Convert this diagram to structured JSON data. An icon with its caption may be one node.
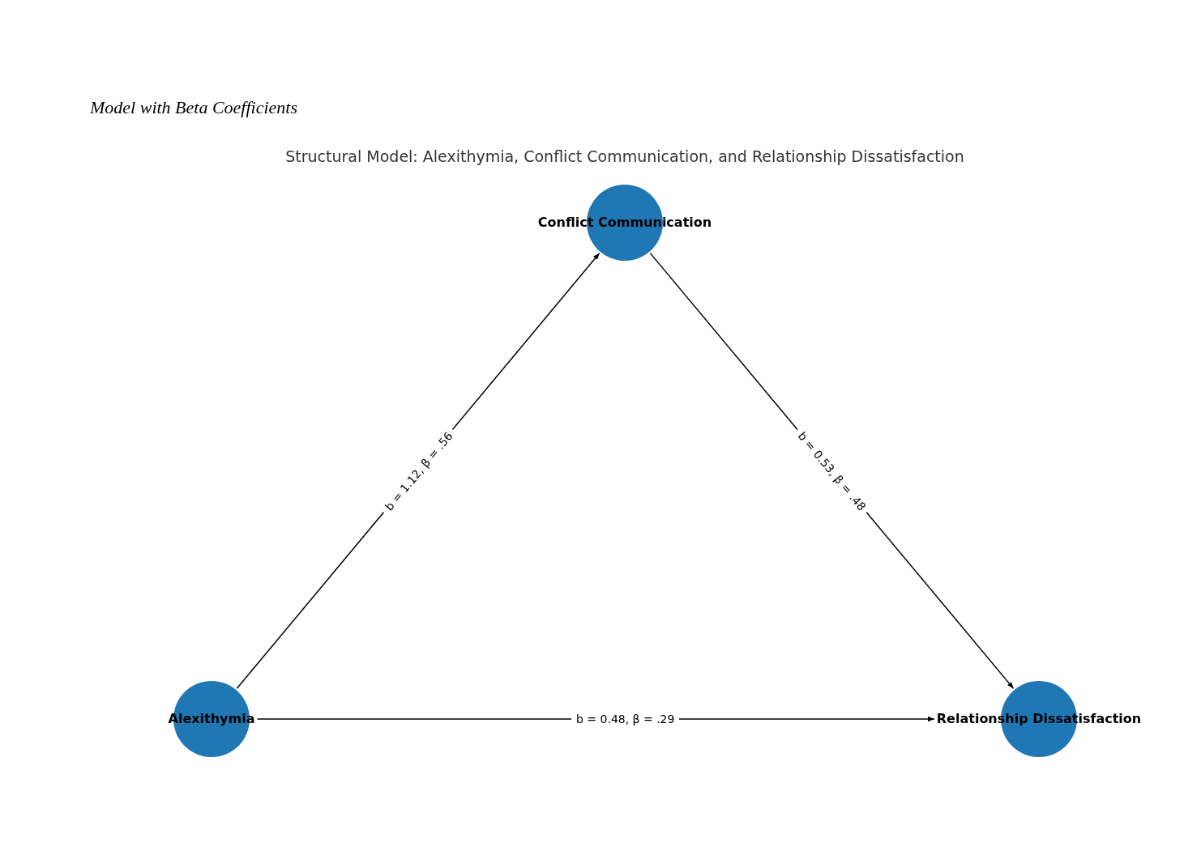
{
  "diagram": {
    "title": "Model with Beta Coefficients",
    "caption": "Structural Model: Alexithymia, Conflict Communication, and Relationship Dissatisfaction",
    "nodes": [
      {
        "text": [
          "Conflict Communication"
        ]
      },
      {
        "text": [
          "Alexithymia"
        ]
      },
      {
        "text": [
          "Relationship Dissatisfaction"
        ]
      }
    ],
    "edges": [
      {
        "from": 1,
        "to": 0,
        "arrow": "to",
        "label": "b = 1.12, β = .56"
      },
      {
        "from": 0,
        "to": 2,
        "arrow": "to",
        "label": "b = 0.53, β = .48"
      },
      {
        "from": 1,
        "to": 2,
        "arrow": "to",
        "label": "b = 0.48, β = .29"
      }
    ]
  }
}
